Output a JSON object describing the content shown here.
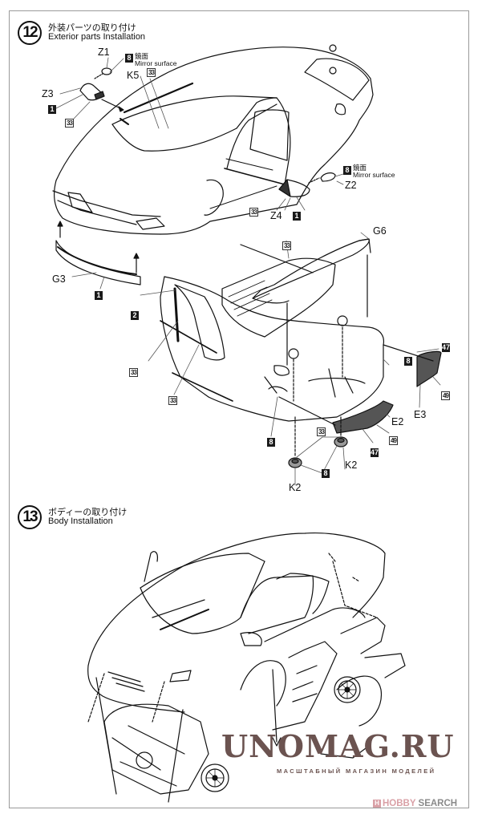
{
  "steps": [
    {
      "number": "12",
      "title_jp": "外装パーツの取り付け",
      "title_en": "Exterior parts Installation",
      "part_labels": {
        "z1": "Z1",
        "z3": "Z3",
        "k5": "K5",
        "z2": "Z2",
        "z4": "Z4",
        "g3": "G3",
        "g6": "G6",
        "e2": "E2",
        "e3": "E3",
        "k2_a": "K2",
        "k2_b": "K2"
      },
      "paint_codes": {
        "c8_mirror_left": "8",
        "c1_left": "1",
        "c33_left": "33",
        "c33_wiper": "33",
        "c8_mirror_right": "8",
        "c33_right_mirror": "33",
        "c1_right": "1",
        "c1_g3": "1",
        "c2_pillar": "2",
        "c33_door": "33",
        "c33_sill": "33",
        "c33_rear": "33",
        "c8_tail": "8",
        "c47_e3": "47",
        "c49_e3": "49",
        "c49_e2": "49",
        "c47_e2": "47",
        "c8_bumper": "8",
        "c33_k2": "33",
        "c8_k2": "8"
      },
      "notes": {
        "mirror_left_jp": "鏡面",
        "mirror_left_en": "Mirror surface",
        "mirror_right_jp": "鏡面",
        "mirror_right_en": "Mirror surface"
      }
    },
    {
      "number": "13",
      "title_jp": "ボディーの取り付け",
      "title_en": "Body Installation"
    }
  ],
  "watermark": {
    "title": "UNOMAG.RU",
    "subtitle": "МАСШТАБНЫЙ МАГАЗИН МОДЕЛЕЙ"
  },
  "credit": {
    "icon": "hobby-search-logo-icon",
    "part1": "HOBBY",
    "part2": " SEARCH",
    "accent_color": "#d9a0a6"
  }
}
